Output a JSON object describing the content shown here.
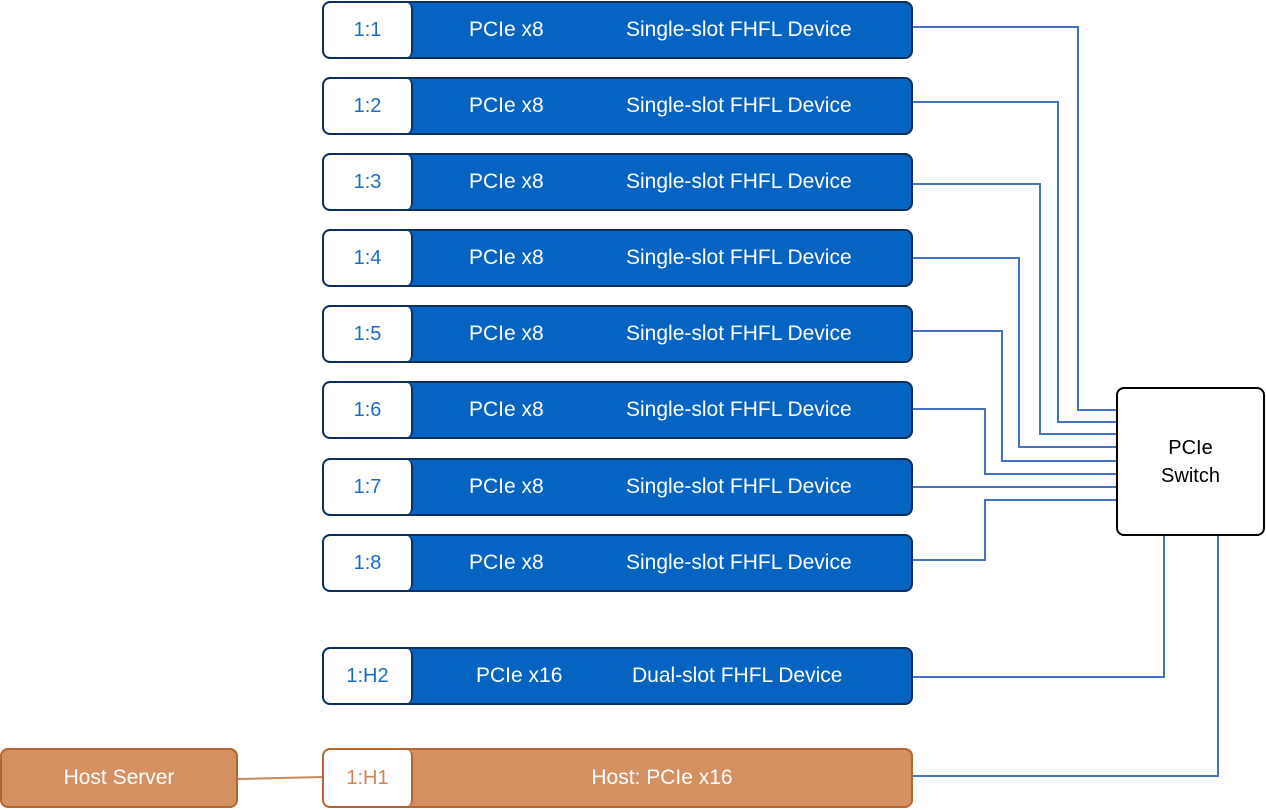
{
  "slots": [
    {
      "id": "1:1",
      "interface": "PCIe x8",
      "device": "Single-slot FHFL Device"
    },
    {
      "id": "1:2",
      "interface": "PCIe x8",
      "device": "Single-slot FHFL Device"
    },
    {
      "id": "1:3",
      "interface": "PCIe x8",
      "device": "Single-slot FHFL Device"
    },
    {
      "id": "1:4",
      "interface": "PCIe x8",
      "device": "Single-slot FHFL Device"
    },
    {
      "id": "1:5",
      "interface": "PCIe x8",
      "device": "Single-slot FHFL Device"
    },
    {
      "id": "1:6",
      "interface": "PCIe x8",
      "device": "Single-slot FHFL Device"
    },
    {
      "id": "1:7",
      "interface": "PCIe x8",
      "device": "Single-slot FHFL Device"
    },
    {
      "id": "1:8",
      "interface": "PCIe x8",
      "device": "Single-slot FHFL Device"
    }
  ],
  "h2_slot": {
    "id": "1:H2",
    "interface": "PCIe x16",
    "device": "Dual-slot FHFL Device"
  },
  "h1_slot": {
    "id": "1:H1",
    "label": "Host: PCIe x16"
  },
  "host_server": {
    "label": "Host Server"
  },
  "switch": {
    "line1": "PCIe",
    "line2": "Switch"
  },
  "colors": {
    "device_fill": "#0563c1",
    "device_border": "#0b2f5c",
    "host_fill": "#d59062",
    "host_border": "#b46632",
    "wire": "#4472c4",
    "host_wire": "#c8875a"
  }
}
